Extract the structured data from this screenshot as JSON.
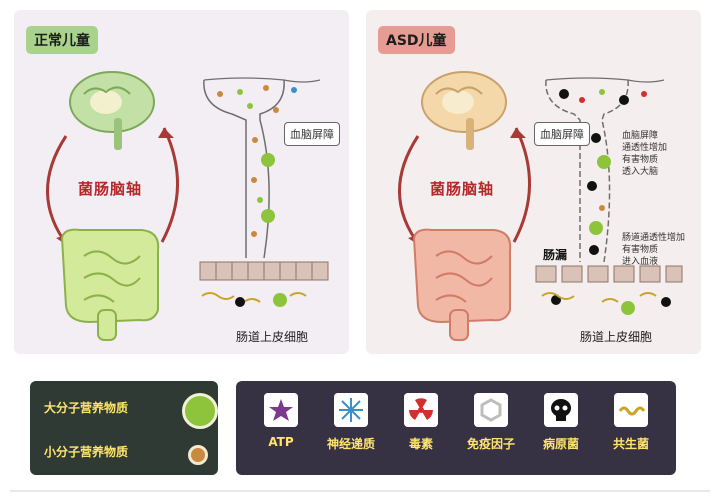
{
  "panels": {
    "normal": {
      "title": "正常儿童",
      "axis_label": "菌肠脑轴",
      "bbb_label": "血脑屏障",
      "gut_label": "肠道上皮细胞"
    },
    "asd": {
      "title": "ASD儿童",
      "axis_label": "菌肠脑轴",
      "bbb_label": "血脑屏障",
      "gut_label": "肠道上皮细胞",
      "leak_label": "肠漏",
      "bbb_note": "血脑屏障\n通透性增加\n有害物质\n透入大脑",
      "gut_note": "肠道通透性增加\n有害物质\n进入血液"
    }
  },
  "legend": {
    "nutrients": {
      "large": "大分子营养物质",
      "small": "小分子营养物质"
    },
    "items": [
      {
        "label": "ATP",
        "icon": "star-icon",
        "color": "#7b3a8e"
      },
      {
        "label": "神经递质",
        "icon": "burst-icon",
        "color": "#3a8fc9"
      },
      {
        "label": "毒素",
        "icon": "radiation-icon",
        "color": "#d22f2f"
      },
      {
        "label": "免疫因子",
        "icon": "hexagon-icon",
        "color": "#bdbdbd"
      },
      {
        "label": "病原菌",
        "icon": "skull-icon",
        "color": "#111111"
      },
      {
        "label": "共生菌",
        "icon": "wave-icon",
        "color": "#c9a227"
      }
    ]
  }
}
